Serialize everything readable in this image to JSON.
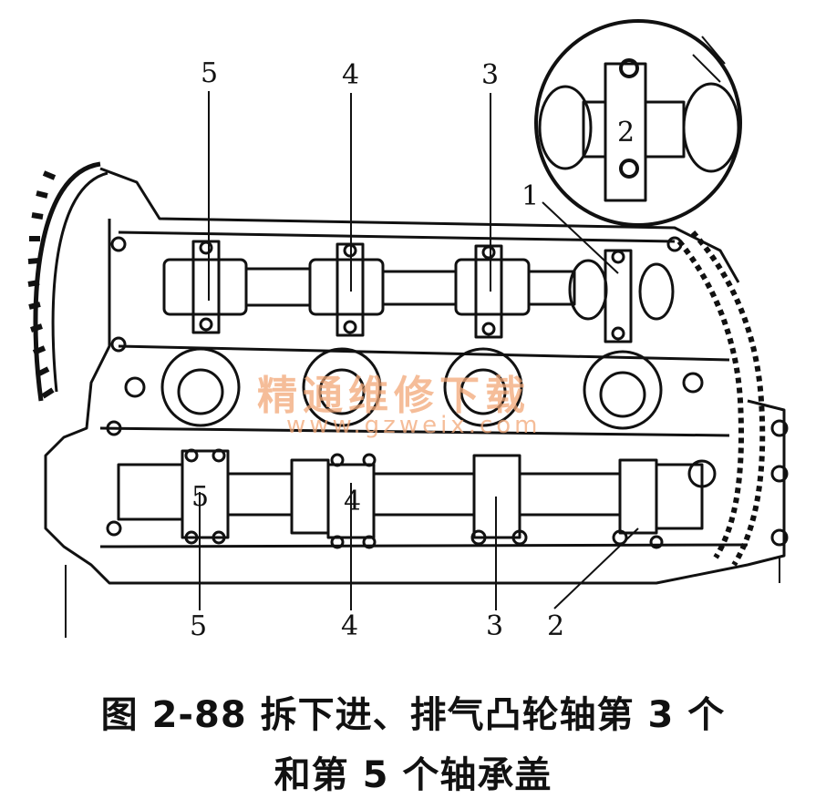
{
  "diagram": {
    "top_labels": [
      "5",
      "4",
      "3"
    ],
    "inset_label": "2",
    "pointer_label_top": "1",
    "cap_labels_lower": [
      "5",
      "4"
    ],
    "bottom_labels": [
      "5",
      "4",
      "3",
      "2"
    ]
  },
  "watermark": {
    "text_cn": "精通维修下载",
    "url": "www.gzweix.com"
  },
  "caption": {
    "line1": "图 2-88   拆下进、排气凸轮轴第 3 个",
    "line2": "和第 5 个轴承盖"
  }
}
